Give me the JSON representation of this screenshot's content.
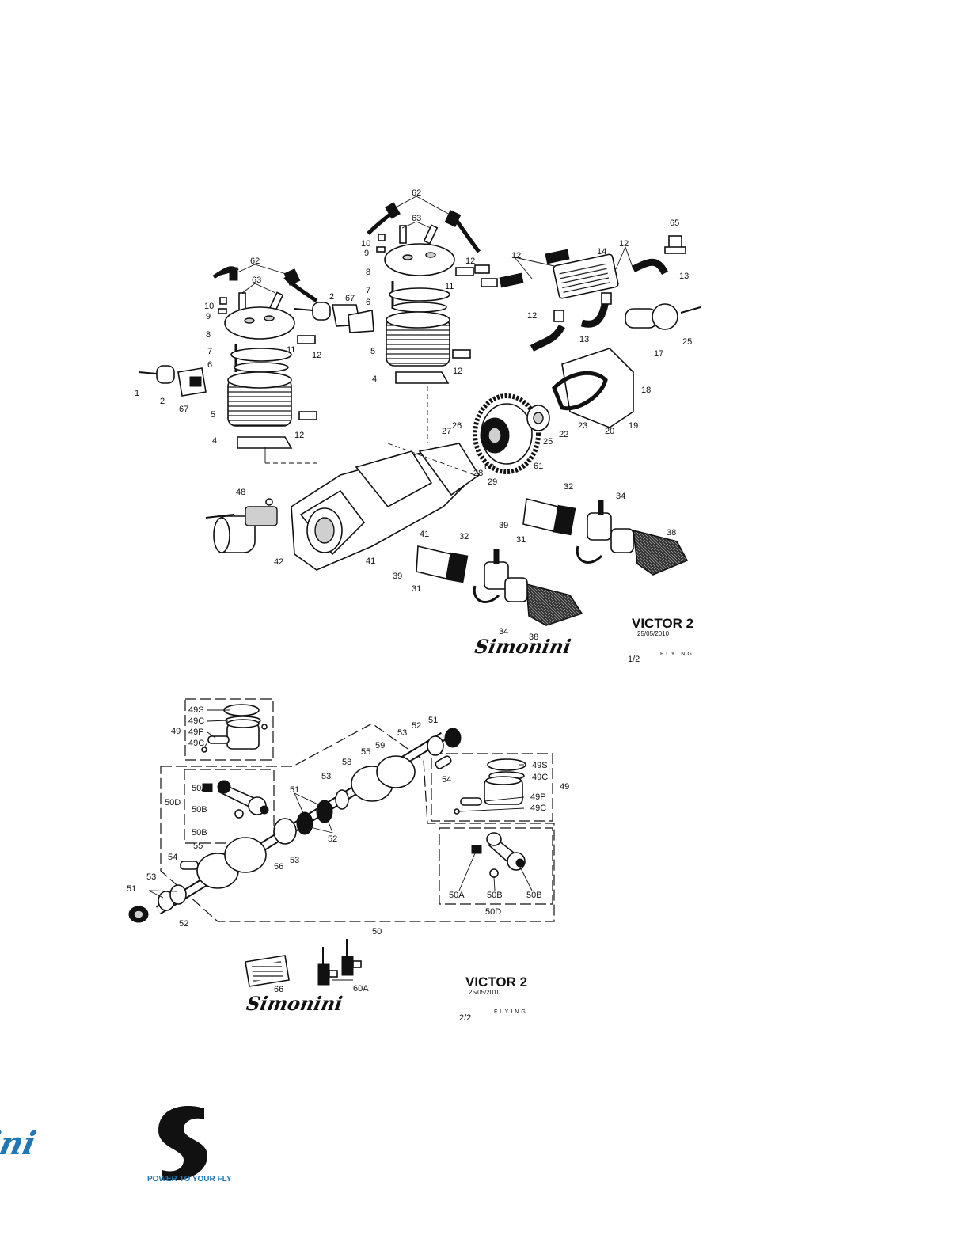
{
  "sheet1": {
    "title": "VICTOR 2",
    "date": "25/05/2010",
    "brand": "Simonini",
    "sub": "FLYING",
    "page": "1/2"
  },
  "sheet2": {
    "title": "VICTOR 2",
    "date": "25/05/2010",
    "brand": "Simonini",
    "sub": "FLYING",
    "page": "2/2"
  },
  "footer_logo": {
    "brand": "Simonini",
    "tagline": "POWER TO YOUR FLY",
    "colors": {
      "blue": "#1f78b4",
      "black": "#111111"
    }
  },
  "labels": [
    {
      "id": "l62a",
      "text": "62"
    },
    {
      "id": "l63a",
      "text": "63"
    },
    {
      "id": "l10a",
      "text": "10"
    },
    {
      "id": "l9a",
      "text": "9"
    },
    {
      "id": "l8a",
      "text": "8"
    },
    {
      "id": "l7a",
      "text": "7"
    },
    {
      "id": "l6a",
      "text": "6"
    },
    {
      "id": "l11a",
      "text": "11"
    },
    {
      "id": "l12a",
      "text": "12"
    },
    {
      "id": "l12b",
      "text": "12"
    },
    {
      "id": "l2a",
      "text": "2"
    },
    {
      "id": "l67a",
      "text": "67"
    },
    {
      "id": "l1",
      "text": "1"
    },
    {
      "id": "l2b",
      "text": "2"
    },
    {
      "id": "l67b",
      "text": "67"
    },
    {
      "id": "l5a",
      "text": "5"
    },
    {
      "id": "l4a",
      "text": "4"
    },
    {
      "id": "l62b",
      "text": "62"
    },
    {
      "id": "l63b",
      "text": "63"
    },
    {
      "id": "l10b",
      "text": "10"
    },
    {
      "id": "l9b",
      "text": "9"
    },
    {
      "id": "l8b",
      "text": "8"
    },
    {
      "id": "l7b",
      "text": "7"
    },
    {
      "id": "l6b",
      "text": "6"
    },
    {
      "id": "l11b",
      "text": "11"
    },
    {
      "id": "l12c",
      "text": "12"
    },
    {
      "id": "l5b",
      "text": "5"
    },
    {
      "id": "l12d",
      "text": "12"
    },
    {
      "id": "l4b",
      "text": "4"
    },
    {
      "id": "l65",
      "text": "65"
    },
    {
      "id": "l12e",
      "text": "12"
    },
    {
      "id": "l14",
      "text": "14"
    },
    {
      "id": "l12f",
      "text": "12"
    },
    {
      "id": "l13a",
      "text": "13"
    },
    {
      "id": "l12g",
      "text": "12"
    },
    {
      "id": "l13b",
      "text": "13"
    },
    {
      "id": "l17",
      "text": "17"
    },
    {
      "id": "l25a",
      "text": "25"
    },
    {
      "id": "l18",
      "text": "18"
    },
    {
      "id": "l19",
      "text": "19"
    },
    {
      "id": "l20",
      "text": "20"
    },
    {
      "id": "l23",
      "text": "23"
    },
    {
      "id": "l22",
      "text": "22"
    },
    {
      "id": "l25b",
      "text": "25"
    },
    {
      "id": "l26",
      "text": "26"
    },
    {
      "id": "l27",
      "text": "27"
    },
    {
      "id": "l60",
      "text": "60"
    },
    {
      "id": "l61",
      "text": "61"
    },
    {
      "id": "l28",
      "text": "28"
    },
    {
      "id": "l29",
      "text": "29"
    },
    {
      "id": "l48",
      "text": "48"
    },
    {
      "id": "l42",
      "text": "42"
    },
    {
      "id": "l41a",
      "text": "41"
    },
    {
      "id": "l41b",
      "text": "41"
    },
    {
      "id": "l32a",
      "text": "32"
    },
    {
      "id": "l34a",
      "text": "34"
    },
    {
      "id": "l39a",
      "text": "39"
    },
    {
      "id": "l31a",
      "text": "31"
    },
    {
      "id": "l38a",
      "text": "38"
    },
    {
      "id": "l32b",
      "text": "32"
    },
    {
      "id": "l39b",
      "text": "39"
    },
    {
      "id": "l31b",
      "text": "31"
    },
    {
      "id": "l34b",
      "text": "34"
    },
    {
      "id": "l38b",
      "text": "38"
    },
    {
      "id": "l49S",
      "text": "49S"
    },
    {
      "id": "l49C",
      "text": "49C"
    },
    {
      "id": "l49",
      "text": "49"
    },
    {
      "id": "l49P",
      "text": "49P"
    },
    {
      "id": "l49C2",
      "text": "49C"
    },
    {
      "id": "l51a",
      "text": "51"
    },
    {
      "id": "l52a",
      "text": "52"
    },
    {
      "id": "l53a",
      "text": "53"
    },
    {
      "id": "l59",
      "text": "59"
    },
    {
      "id": "l55a",
      "text": "55"
    },
    {
      "id": "l58",
      "text": "58"
    },
    {
      "id": "l54a",
      "text": "54"
    },
    {
      "id": "l53b",
      "text": "53"
    },
    {
      "id": "l50A",
      "text": "50A"
    },
    {
      "id": "l50D",
      "text": "50D"
    },
    {
      "id": "l50B",
      "text": "50B"
    },
    {
      "id": "l50B2",
      "text": "50B"
    },
    {
      "id": "l51b",
      "text": "51"
    },
    {
      "id": "l52b",
      "text": "52"
    },
    {
      "id": "l49Sb",
      "text": "49S"
    },
    {
      "id": "l49Cb",
      "text": "49C"
    },
    {
      "id": "l49b",
      "text": "49"
    },
    {
      "id": "l49Pb",
      "text": "49P"
    },
    {
      "id": "l49Cb2",
      "text": "49C"
    },
    {
      "id": "l55b",
      "text": "55"
    },
    {
      "id": "l54b",
      "text": "54"
    },
    {
      "id": "l56",
      "text": "56"
    },
    {
      "id": "l53c",
      "text": "53"
    },
    {
      "id": "l53d",
      "text": "53"
    },
    {
      "id": "l51c",
      "text": "51"
    },
    {
      "id": "l52c",
      "text": "52"
    },
    {
      "id": "l50Ab",
      "text": "50A"
    },
    {
      "id": "l50Bb",
      "text": "50B"
    },
    {
      "id": "l50Bb2",
      "text": "50B"
    },
    {
      "id": "l50Db",
      "text": "50D"
    },
    {
      "id": "l50",
      "text": "50"
    },
    {
      "id": "l66",
      "text": "66"
    },
    {
      "id": "l60A",
      "text": "60A"
    }
  ]
}
